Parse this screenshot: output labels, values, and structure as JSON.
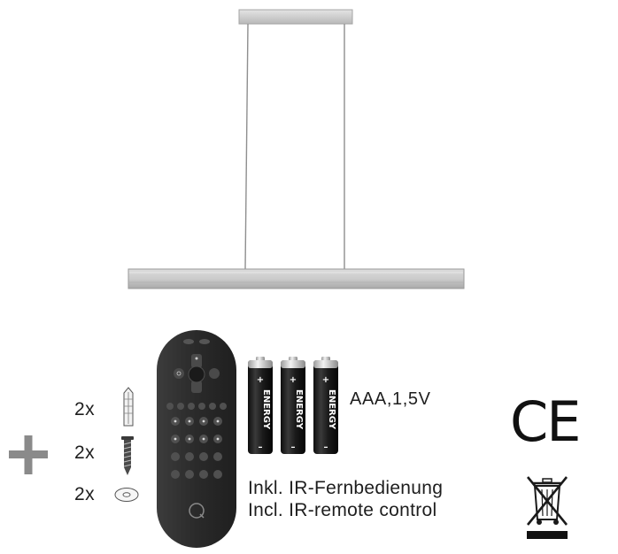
{
  "accessories": {
    "rows": [
      {
        "quantity": "2x",
        "icon": "wall-plug-icon"
      },
      {
        "quantity": "2x",
        "icon": "screw-icon"
      },
      {
        "quantity": "2x",
        "icon": "washer-icon"
      }
    ],
    "plus_icon": "plus-icon"
  },
  "batteries": {
    "label": "AAA,1,5V",
    "brand_text": "ENERGY",
    "plus_sign": "+",
    "minus_sign": "–",
    "count": 3
  },
  "remote": {
    "caption_de": "Inkl. IR-Fernbedienung",
    "caption_en": "Incl. IR-remote control",
    "icon": "remote-control-icon"
  },
  "certifications": {
    "ce_mark": "CE",
    "weee_icon": "crossed-out-bin-icon"
  },
  "product": {
    "icon": "pendant-lamp-icon"
  },
  "colors": {
    "lamp_body": "#cfcfcf",
    "remote_body": "#2d2d2d",
    "battery_body": "#1a1a1a",
    "text": "#1e1e1e",
    "plus_gray": "#8a8a8a"
  }
}
